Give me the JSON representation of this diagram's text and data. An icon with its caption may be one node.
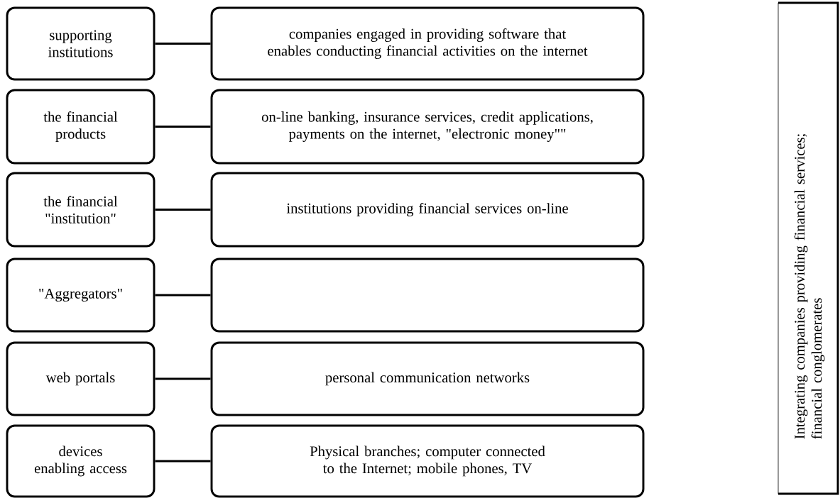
{
  "diagram": {
    "nodes": [
      {
        "text": [
          "supporting institutions"
        ]
      },
      {
        "text": [
          "companies engaged in providing software that enables conducting financial activities on the internet"
        ]
      },
      {
        "text": [
          "the financial products"
        ]
      },
      {
        "text": [
          "on-line banking, insurance services, credit applications, payments on the internet, \"electronic money\"\""
        ]
      },
      {
        "text": [
          "the financial \"institution\""
        ]
      },
      {
        "text": [
          "institutions providing financial services on-line"
        ]
      },
      {
        "text": [
          "\"Aggregators\""
        ]
      },
      {
        "text": [],
        "shape": "box"
      },
      {
        "text": [
          "web portals"
        ]
      },
      {
        "text": [
          "personal communication networks"
        ]
      },
      {
        "text": [
          "devices enabling access"
        ]
      },
      {
        "text": [
          "Physical branches; computer connected to the Internet; mobile phones, TV"
        ]
      },
      {
        "text": [
          "Integrating companies providing financial services; financial conglomerates"
        ]
      }
    ],
    "edges": [
      {
        "from": 0,
        "to": 1,
        "arrow": "none"
      },
      {
        "from": 2,
        "to": 3,
        "arrow": "none"
      },
      {
        "from": 4,
        "to": 5,
        "arrow": "none"
      },
      {
        "from": 6,
        "to": 7,
        "arrow": "none"
      },
      {
        "from": 8,
        "to": 9,
        "arrow": "none"
      },
      {
        "from": 10,
        "to": 11,
        "arrow": "none"
      }
    ]
  }
}
